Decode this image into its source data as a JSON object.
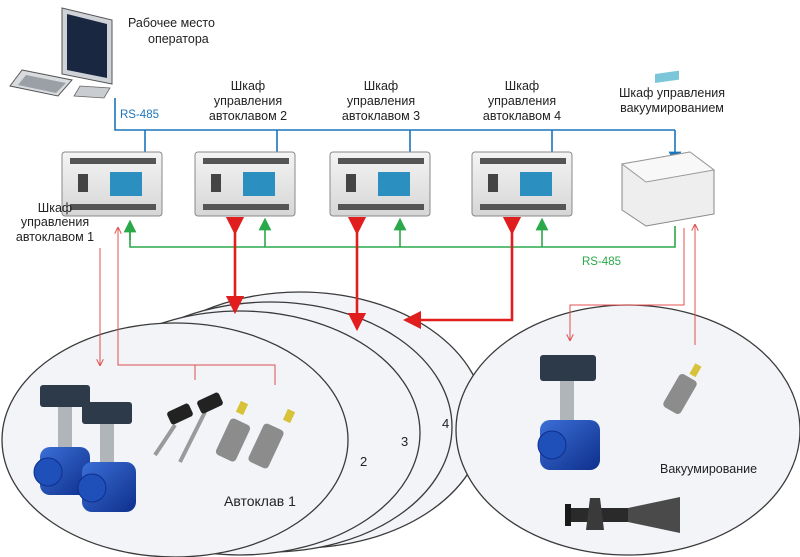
{
  "operator": {
    "line1": "Рабочее место",
    "line2": "оператора"
  },
  "network_top": {
    "label": "RS-485",
    "color": "#1b75bc"
  },
  "network_bottom": {
    "label": "RS-485",
    "color": "#2aa84a"
  },
  "cabinets": [
    {
      "lines": [
        "Шкаф",
        "управления",
        "автоклавом 1"
      ]
    },
    {
      "lines": [
        "Шкаф",
        "управления",
        "автоклавом 2"
      ]
    },
    {
      "lines": [
        "Шкаф",
        "управления",
        "автоклавом 3"
      ]
    },
    {
      "lines": [
        "Шкаф",
        "управления",
        "автоклавом 4"
      ]
    },
    {
      "lines": [
        "Шкаф управления",
        "вакуумированием"
      ]
    }
  ],
  "autoclaves": {
    "main_label": "Автоклав 1",
    "numbers": [
      "2",
      "3",
      "4"
    ]
  },
  "vacuum": {
    "label": "Вакуумирование"
  },
  "colors": {
    "red": "#e01e1e",
    "thin_red": "#e05050",
    "ellipse_fill": "#f2f4f8",
    "ellipse_stroke": "#3a3a3a"
  }
}
